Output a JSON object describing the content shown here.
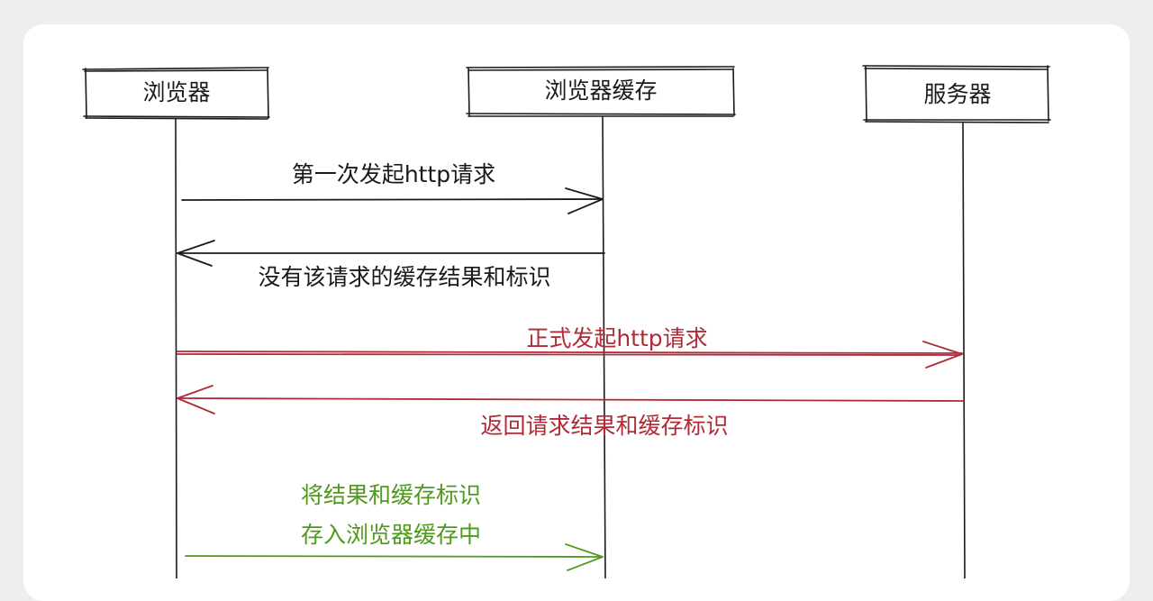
{
  "actors": {
    "browser": "浏览器",
    "cache": "浏览器缓存",
    "server": "服务器"
  },
  "messages": [
    {
      "text": "第一次发起http请求",
      "color": "#1a1a1a"
    },
    {
      "text": "没有该请求的缓存结果和标识",
      "color": "#1a1a1a"
    },
    {
      "text": "正式发起http请求",
      "color": "#b02a37"
    },
    {
      "text": "返回请求结果和缓存标识",
      "color": "#b02a37"
    },
    {
      "text": "将结果和缓存标识",
      "color": "#4f9a1e"
    },
    {
      "text": "存入浏览器缓存中",
      "color": "#4f9a1e"
    }
  ],
  "colors": {
    "ink": "#1a1a1a",
    "red": "#b02a37",
    "green": "#4f9a1e",
    "background": "#eeeeee",
    "card": "#ffffff"
  }
}
